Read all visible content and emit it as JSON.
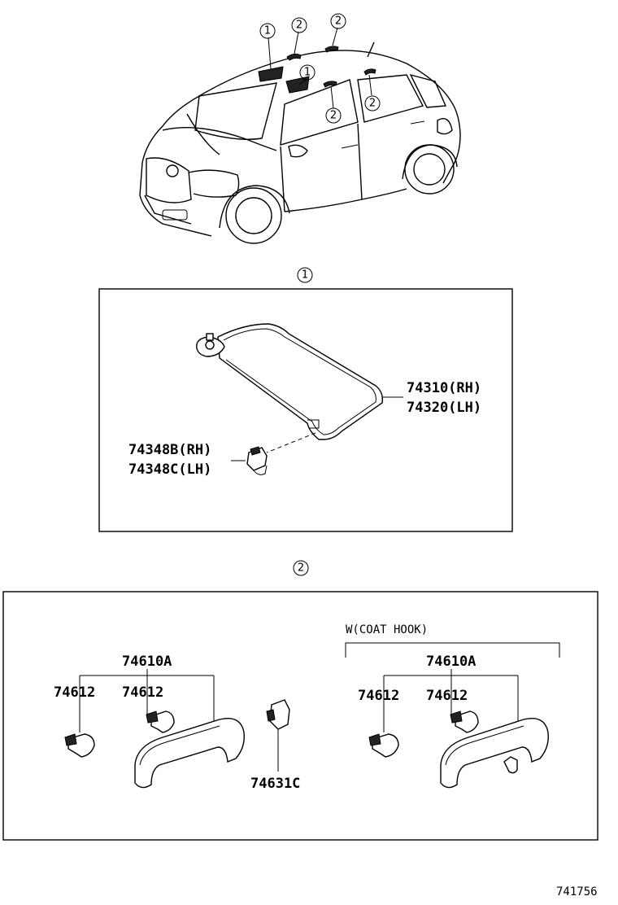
{
  "callouts": {
    "one": "1",
    "two": "2"
  },
  "section1": {
    "marker": "1",
    "visor_rh": "74310(RH)",
    "visor_lh": "74320(LH)",
    "holder_rh": "74348B(RH)",
    "holder_lh": "74348C(LH)"
  },
  "section2": {
    "marker": "2",
    "variant_note": "W(COAT HOOK)",
    "left": {
      "assembly": "74610A",
      "cap_a": "74612",
      "cap_b": "74612"
    },
    "center_clip": "74631C",
    "right": {
      "assembly": "74610A",
      "cap_a": "74612",
      "cap_b": "74612"
    }
  },
  "diagram_number": "741756"
}
